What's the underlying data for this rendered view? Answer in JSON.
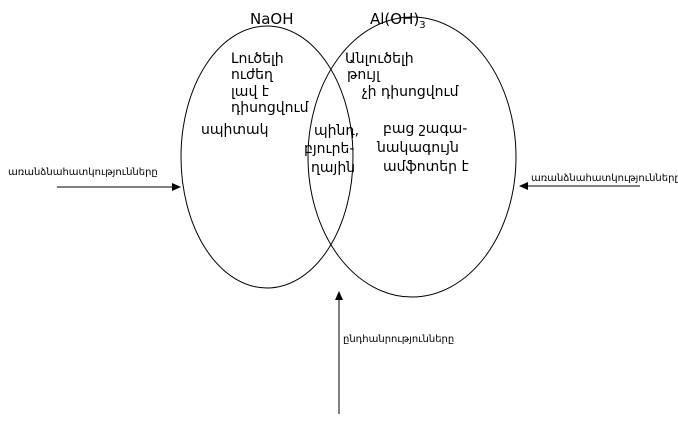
{
  "left_set": {
    "title": "NaOH",
    "only_lines": [
      "Լուծելի",
      "ուժեղ",
      "լավ է",
      "դիսոցվում",
      "սպիտակ"
    ]
  },
  "right_set": {
    "title_base": "Al(OH)",
    "title_subscript": "3",
    "only_lines": [
      "Անլուծելի",
      "թույլ",
      "չի դիսոցվում",
      "բաց շագա-",
      "նակագույն",
      "ամֆոտեր է"
    ]
  },
  "intersection": {
    "lines": [
      "պինդ,",
      "բյուրե-",
      "ղային"
    ]
  },
  "arrows": {
    "left_label": "առանձնահատկությունները",
    "right_label": "առանձնահատկությունները",
    "bottom_label": "ընդհանրությունները"
  },
  "colors": {
    "stroke": "#000000",
    "background": "#ffffff"
  }
}
